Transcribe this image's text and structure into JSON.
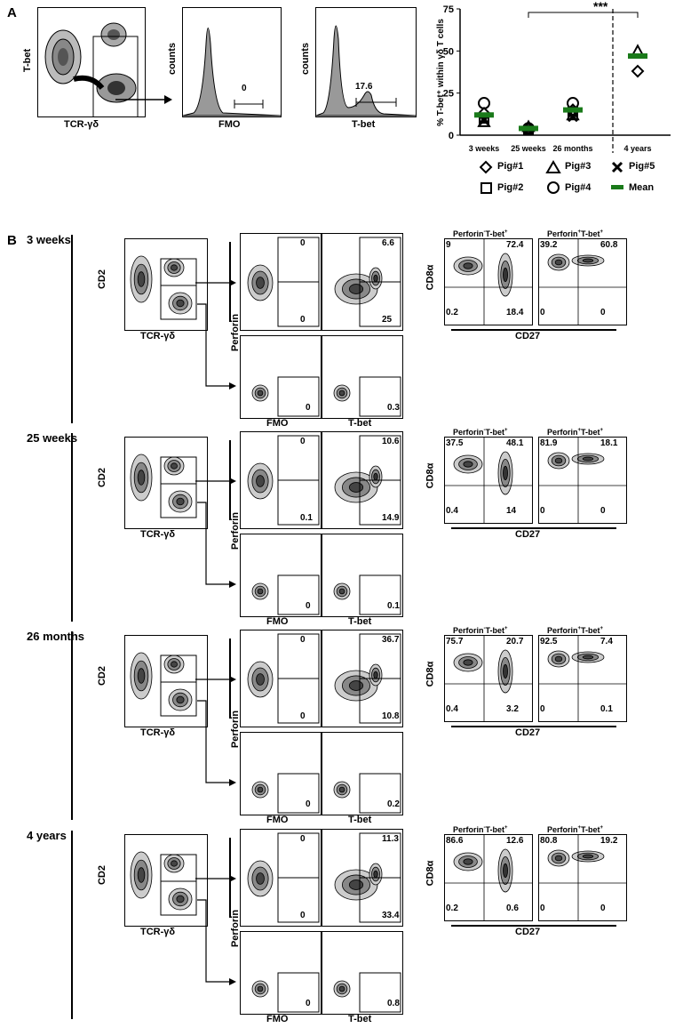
{
  "panel_a": {
    "letter": "A",
    "dot_plot": {
      "ylabel": "T-bet",
      "xlabel": "TCR-γδ"
    },
    "hist_fmo": {
      "ylabel": "counts",
      "xlabel": "FMO",
      "gate_value": "0"
    },
    "hist_tbet": {
      "ylabel": "counts",
      "xlabel": "T-bet",
      "gate_value": "17.6"
    },
    "significance": "***",
    "legend": [
      "Pig#1",
      "Pig#3",
      "Pig#5",
      "Pig#2",
      "Pig#4",
      "Mean"
    ]
  },
  "chart_data": {
    "type": "scatter",
    "ylabel": "% T-bet⁺ within γδ T cells",
    "ylim": [
      0,
      75
    ],
    "yticks": [
      "0",
      "25",
      "50",
      "75"
    ],
    "categories": [
      "3 weeks",
      "25 weeks",
      "26 months",
      "4 years"
    ],
    "series": [
      {
        "name": "Pig#1",
        "marker": "diamond",
        "values": [
          13,
          4,
          15,
          38
        ]
      },
      {
        "name": "Pig#2",
        "marker": "square",
        "values": [
          10,
          3,
          14,
          null
        ]
      },
      {
        "name": "Pig#3",
        "marker": "triangle",
        "values": [
          8,
          5,
          12,
          50
        ]
      },
      {
        "name": "Pig#4",
        "marker": "circle",
        "values": [
          19,
          4,
          19,
          null
        ]
      },
      {
        "name": "Pig#5",
        "marker": "cross",
        "values": [
          9,
          3,
          11,
          null
        ]
      },
      {
        "name": "Mean",
        "marker": "bar",
        "color": "#1a7a1a",
        "values": [
          12,
          4,
          15,
          47
        ]
      }
    ]
  },
  "panel_b": {
    "letter": "B",
    "labels": {
      "cd2": "CD2",
      "tcr": "TCR-γδ",
      "perforin": "Perforin",
      "fmo": "FMO",
      "tbet": "T-bet",
      "cd8a": "CD8α",
      "cd27": "CD27",
      "hdr_left_a": "Perforin",
      "hdr_left_sup1": "-",
      "hdr_left_b": "T-bet",
      "hdr_left_sup2": "+",
      "hdr_right_a": "Perforin",
      "hdr_right_sup1": "+",
      "hdr_right_b": "T-bet",
      "hdr_right_sup2": "+"
    },
    "rows": [
      {
        "age": "3 weeks",
        "fmo_top": [
          "0",
          "0"
        ],
        "tbet_top": [
          "6.6",
          "25"
        ],
        "fmo_bot": "0",
        "tbet_bot": "0.3",
        "cd_left": [
          "9",
          "72.4",
          "0.2",
          "18.4"
        ],
        "cd_right": [
          "39.2",
          "60.8",
          "0",
          "0"
        ]
      },
      {
        "age": "25 weeks",
        "fmo_top": [
          "0",
          "0.1"
        ],
        "tbet_top": [
          "10.6",
          "14.9"
        ],
        "fmo_bot": "0",
        "tbet_bot": "0.1",
        "cd_left": [
          "37.5",
          "48.1",
          "0.4",
          "14"
        ],
        "cd_right": [
          "81.9",
          "18.1",
          "0",
          "0"
        ]
      },
      {
        "age": "26 months",
        "fmo_top": [
          "0",
          "0"
        ],
        "tbet_top": [
          "36.7",
          "10.8"
        ],
        "fmo_bot": "0",
        "tbet_bot": "0.2",
        "cd_left": [
          "75.7",
          "20.7",
          "0.4",
          "3.2"
        ],
        "cd_right": [
          "92.5",
          "7.4",
          "0",
          "0.1"
        ]
      },
      {
        "age": "4 years",
        "fmo_top": [
          "0",
          "0"
        ],
        "tbet_top": [
          "11.3",
          "33.4"
        ],
        "fmo_bot": "0",
        "tbet_bot": "0.8",
        "cd_left": [
          "86.6",
          "12.6",
          "0.2",
          "0.6"
        ],
        "cd_right": [
          "80.8",
          "19.2",
          "0",
          "0"
        ]
      }
    ]
  }
}
